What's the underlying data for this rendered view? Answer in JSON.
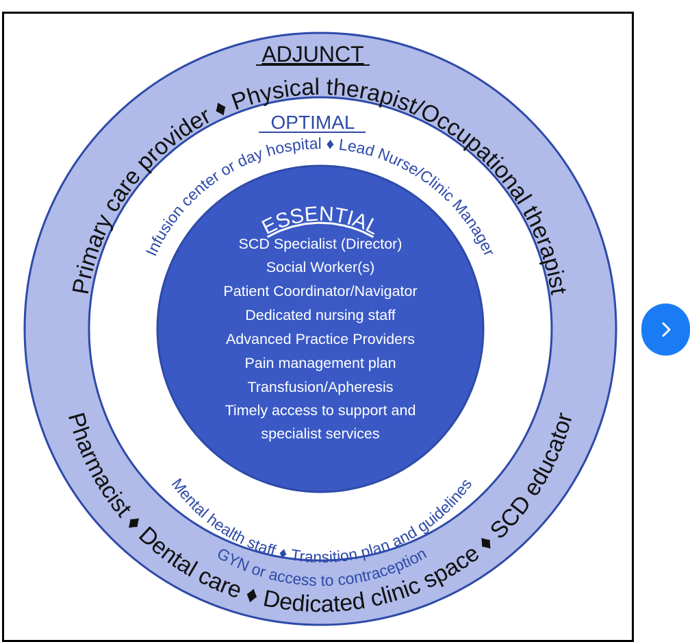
{
  "colors": {
    "outer_ring_fill": "#b0bbe9",
    "ring_stroke": "#2e4aa8",
    "middle_fill": "#ffffff",
    "inner_fill": "#3a59c5",
    "outer_text": "#111111",
    "optimal_text": "#2e4aa8",
    "inner_text": "#ffffff",
    "next_button": "#1a7cf4"
  },
  "outer_ring": {
    "heading": "ADJUNCT",
    "top_arc": "Primary care provider ♦ Physical therapist/Occupational therapist",
    "bottom_arc": "Pharmacist ♦ Dental care ♦ Dedicated clinic space ♦ SCD educator"
  },
  "middle_ring": {
    "heading": "OPTIMAL",
    "top_arc": "Infusion center or day hospital ♦ Lead Nurse/Clinic Manager",
    "bottom_arc_1": "Mental health staff ♦ Transition plan and guidelines",
    "bottom_arc_2": "GYN or access to contraception"
  },
  "inner_circle": {
    "heading": "ESSENTIAL",
    "items": [
      "SCD Specialist (Director)",
      "Social Worker(s)",
      "Patient Coordinator/Navigator",
      "Dedicated nursing staff",
      "Advanced Practice Providers",
      "Pain management plan",
      "Transfusion/Apheresis",
      "Timely access to support and",
      "specialist services"
    ]
  },
  "next_button": {
    "icon": "chevron-right-icon"
  }
}
